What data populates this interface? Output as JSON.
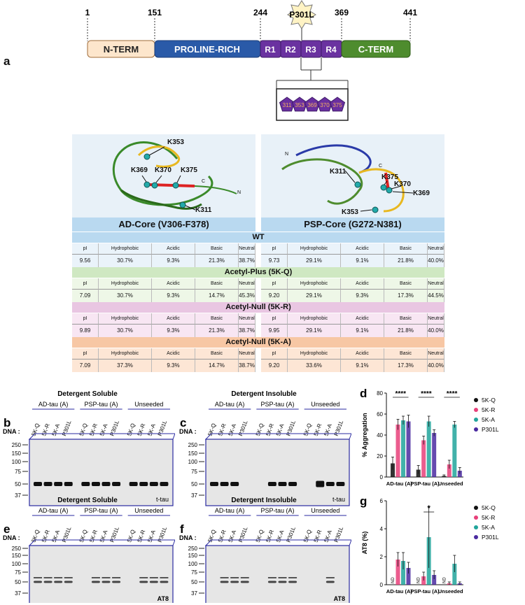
{
  "panel_a": {
    "letter": "a",
    "positions": [
      "1",
      "151",
      "244",
      "369",
      "441"
    ],
    "mutation": "P301L",
    "domains": [
      "N-TERM",
      "PROLINE-RICH",
      "R1",
      "R2",
      "R3",
      "R4",
      "C-TERM"
    ],
    "lysines": [
      "311",
      "353",
      "369",
      "370",
      "375"
    ]
  },
  "structures": {
    "ad_labels": [
      "K353",
      "K369",
      "K370",
      "K375",
      "K311",
      "C",
      "N"
    ],
    "psp_labels": [
      "K375",
      "K370",
      "K369",
      "K311",
      "K353",
      "C",
      "N"
    ],
    "ad_core": "AD-Core (V306-F378)",
    "psp_core": "PSP-Core (G272-N381)"
  },
  "table": {
    "headers": [
      "pI",
      "Hydrophobic",
      "Acidic",
      "Basic",
      "Neutral"
    ],
    "groups": [
      {
        "title": "WT",
        "ad": [
          "9.56",
          "30.7%",
          "9.3%",
          "21.3%",
          "38.7%"
        ],
        "psp": [
          "9.73",
          "29.1%",
          "9.1%",
          "21.8%",
          "40.0%"
        ]
      },
      {
        "title": "Acetyl-Plus (5K-Q)",
        "ad": [
          "7.09",
          "30.7%",
          "9.3%",
          "14.7%",
          "45.3%"
        ],
        "psp": [
          "9.20",
          "29.1%",
          "9.3%",
          "17.3%",
          "44.5%"
        ]
      },
      {
        "title": "Acetyl-Null (5K-R)",
        "ad": [
          "9.89",
          "30.7%",
          "9.3%",
          "21.3%",
          "38.7%"
        ],
        "psp": [
          "9.95",
          "29.1%",
          "9.1%",
          "21.8%",
          "40.0%"
        ]
      },
      {
        "title": "Acetyl-Null (5K-A)",
        "ad": [
          "7.09",
          "37.3%",
          "9.3%",
          "14.7%",
          "38.7%"
        ],
        "psp": [
          "9.20",
          "33.6%",
          "9.1%",
          "17.3%",
          "40.0%"
        ]
      }
    ]
  },
  "blots": {
    "dna_label": "DNA :",
    "lanes": [
      "5K-Q",
      "5K-R",
      "5K-A",
      "P301L"
    ],
    "groups": [
      "AD-tau (A)",
      "PSP-tau (A)",
      "Unseeded"
    ],
    "markers": [
      "250",
      "150",
      "100",
      "75",
      "50",
      "37"
    ],
    "panels": [
      {
        "letter": "b",
        "title": "Detergent Soluble",
        "stain": "t-tau"
      },
      {
        "letter": "c",
        "title": "Detergent Insoluble",
        "stain": "t-tau"
      },
      {
        "letter": "e",
        "title": "Detergent Soluble",
        "stain": "AT8"
      },
      {
        "letter": "f",
        "title": "Detergent Insoluble",
        "stain": "AT8"
      }
    ]
  },
  "chart_data": [
    {
      "type": "bar",
      "panel": "d",
      "categories": [
        "AD-tau (A)",
        "PSP-tau (A)",
        "Unseeded"
      ],
      "ylabel": "% Aggregation",
      "ylim": [
        0,
        80
      ],
      "yticks": [
        0,
        20,
        40,
        60,
        80
      ],
      "series": [
        {
          "name": "5K-Q",
          "color": "#111111",
          "values": [
            13,
            7,
            1
          ],
          "err": [
            6,
            4,
            1
          ]
        },
        {
          "name": "5K-R",
          "color": "#e8407a",
          "values": [
            50,
            35,
            12
          ],
          "err": [
            5,
            4,
            4
          ]
        },
        {
          "name": "5K-A",
          "color": "#21a59b",
          "values": [
            54,
            53,
            50
          ],
          "err": [
            4,
            5,
            3
          ]
        },
        {
          "name": "P301L",
          "color": "#4a2aa0",
          "values": [
            53,
            42,
            6
          ],
          "err": [
            6,
            3,
            3
          ]
        }
      ],
      "significance": [
        "****",
        "****",
        "****"
      ],
      "legend": "right"
    },
    {
      "type": "bar",
      "panel": "g",
      "categories": [
        "AD-tau (A)",
        "PSP-tau (A)",
        "Unseeded"
      ],
      "ylabel": "AT8 (%)",
      "ylim": [
        0,
        6
      ],
      "yticks": [
        0,
        2,
        4,
        6
      ],
      "series": [
        {
          "name": "5K-Q",
          "color": "#111111",
          "values": [
            0,
            0,
            0
          ],
          "err": [
            0,
            0,
            0
          ]
        },
        {
          "name": "5K-R",
          "color": "#e8407a",
          "values": [
            1.8,
            0.6,
            0.1
          ],
          "err": [
            0.5,
            0.3,
            0.1
          ]
        },
        {
          "name": "5K-A",
          "color": "#21a59b",
          "values": [
            1.7,
            3.4,
            1.5
          ],
          "err": [
            0.6,
            2.2,
            0.6
          ]
        },
        {
          "name": "P301L",
          "color": "#4a2aa0",
          "values": [
            1.2,
            0.7,
            0.1
          ],
          "err": [
            0.4,
            0.3,
            0.1
          ]
        }
      ],
      "nd_label": "ND",
      "significance": [
        "*"
      ],
      "legend": "right"
    }
  ]
}
